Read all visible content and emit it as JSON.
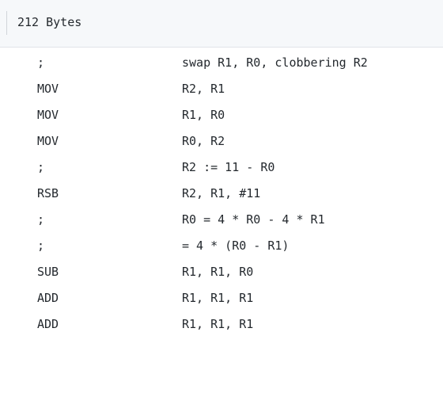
{
  "file_header": {
    "size_label": "212 Bytes"
  },
  "code_lines": [
    {
      "op": ";",
      "args": "swap R1, R0, clobbering R2"
    },
    {
      "op": "MOV",
      "args": "R2, R1"
    },
    {
      "op": "MOV",
      "args": "R1, R0"
    },
    {
      "op": "MOV",
      "args": "R0, R2"
    },
    {
      "op": ";",
      "args": "R2 := 11 - R0"
    },
    {
      "op": "RSB",
      "args": "R2, R1, #11"
    },
    {
      "op": ";",
      "args": "R0 = 4 * R0 - 4 * R1"
    },
    {
      "op": ";",
      "args": "= 4 * (R0 - R1)"
    },
    {
      "op": "SUB",
      "args": "R1, R1, R0"
    },
    {
      "op": "ADD",
      "args": "R1, R1, R1"
    },
    {
      "op": "ADD",
      "args": "R1, R1, R1"
    }
  ]
}
